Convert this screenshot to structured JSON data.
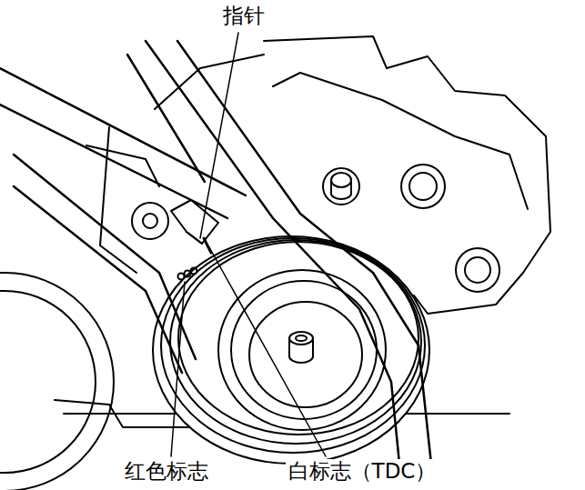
{
  "diagram": {
    "labels": [
      "指针",
      "红色标志",
      "白标志（TDC）"
    ]
  }
}
